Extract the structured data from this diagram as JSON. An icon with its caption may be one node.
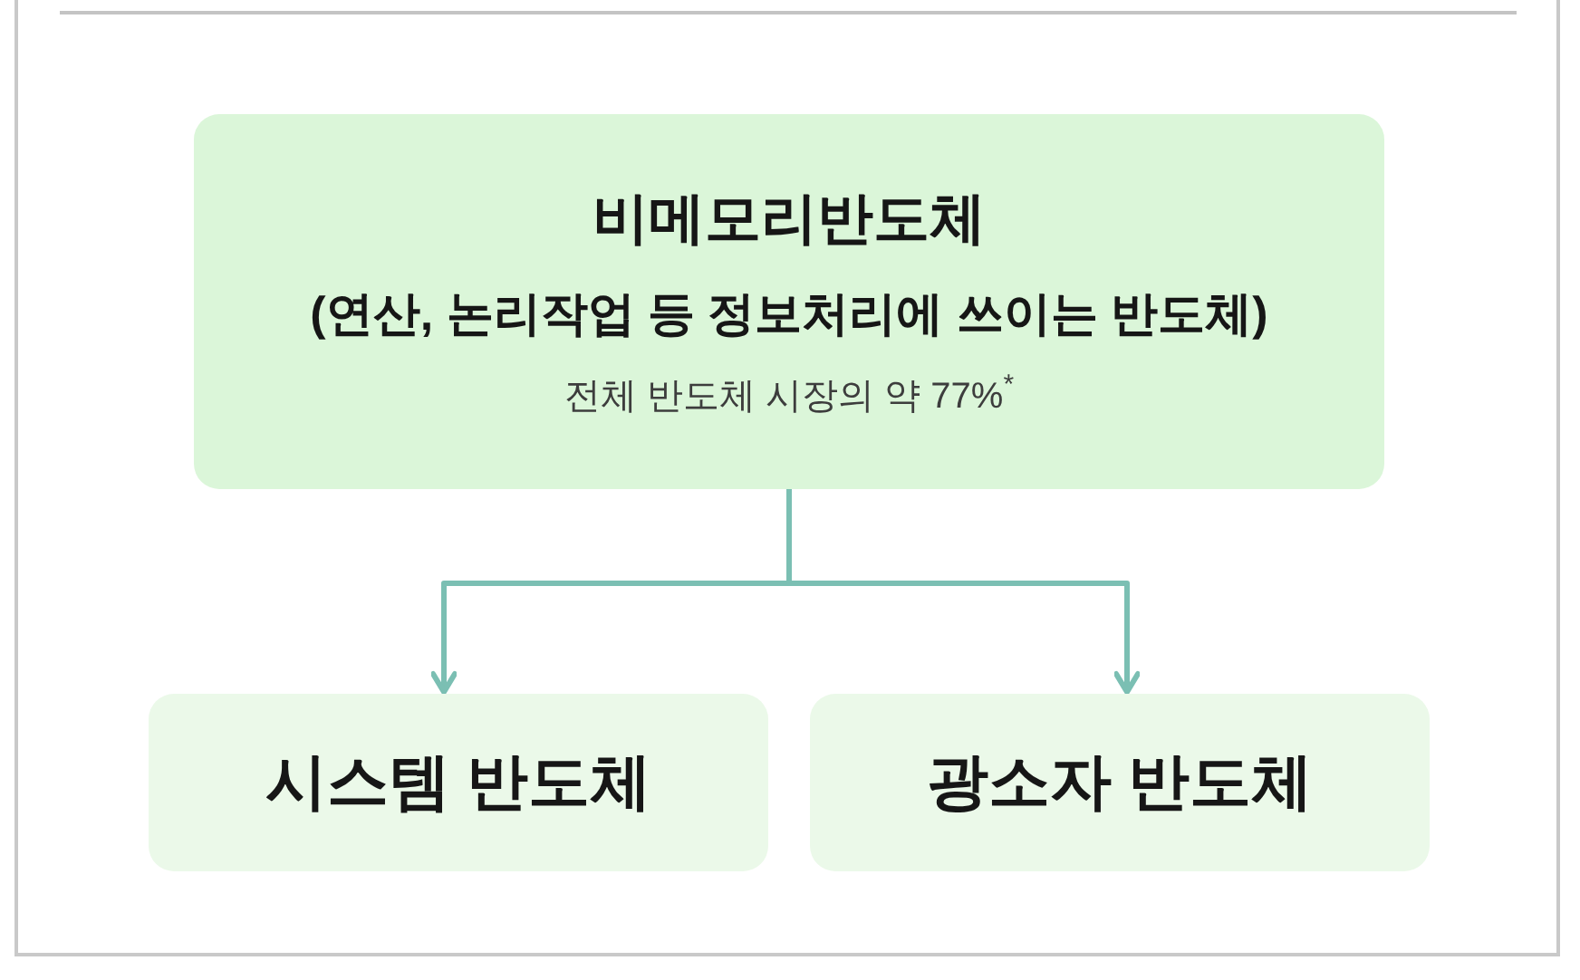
{
  "diagram": {
    "nodes": [
      {
        "text": [
          "비메모리반도체",
          "(연산, 논리작업 등 정보처리에 쓰이는 반도체)",
          "전체 반도체 시장의 약 77%$^{*}$"
        ]
      },
      {
        "text": [
          "시스템 반도체"
        ]
      },
      {
        "text": [
          "광소자 반도체"
        ]
      }
    ],
    "edges": [
      {
        "from": 0,
        "to": 1,
        "arrow": "to"
      },
      {
        "from": 0,
        "to": 2,
        "arrow": "to"
      }
    ]
  }
}
